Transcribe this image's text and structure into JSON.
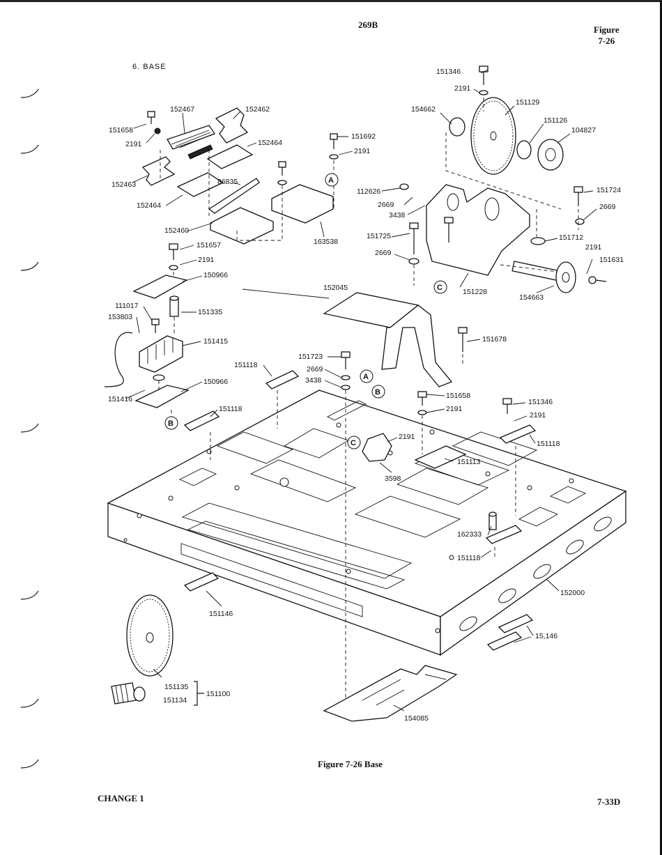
{
  "header": {
    "doc_code": "269B",
    "figure_ref": "Figure\n7-26",
    "section": "6.  BASE"
  },
  "callouts": {
    "c152467": "152467",
    "c152462": "152462",
    "c151658a": "151658",
    "c2191a": "2191",
    "c152464a": "152464",
    "c152463": "152463",
    "c86835": "86835",
    "c152464b": "152464",
    "c152460": "152460",
    "c151692": "151692",
    "c2191b": "2191",
    "c163538": "163538",
    "c151346a": "151346",
    "c2191c": "2191",
    "c154662": "154662",
    "c151129": "151129",
    "c151126": "151126",
    "c104827": "104827",
    "c112626": "112626",
    "c2669a": "2669",
    "c3438a": "3438",
    "c151724": "151724",
    "c2669b": "2669",
    "c151725": "151725",
    "c2669c": "2669",
    "c151712": "151712",
    "c2191d": "2191",
    "c151631": "151631",
    "c151228": "151228",
    "c154663": "154663",
    "c151657": "151657",
    "c2191e": "2191",
    "c150966a": "150966",
    "c111017": "111017",
    "c153803": "153803",
    "c151335": "151335",
    "c151415": "151415",
    "c151416": "151416",
    "c150966b": "150966",
    "c152045": "152045",
    "c151678": "151678",
    "c151723": "151723",
    "c2669d": "2669",
    "c3438b": "3438",
    "c151118a": "151118",
    "c151118b": "151118",
    "c151658b": "151658",
    "c2191f": "2191",
    "c151346b": "151346",
    "c2191g": "2191",
    "c151118c": "151118",
    "c2191h": "2191",
    "c151113": "151113",
    "c3598": "3598",
    "c162333": "162333",
    "c151118d": "151118",
    "c152000": "152000",
    "c151146a": "151146",
    "c15146b": "15,146",
    "c151135": "151135",
    "c151134": "151134",
    "c151100": "151100",
    "c154085": "154085"
  },
  "markers": {
    "A": "A",
    "B": "B",
    "C": "C"
  },
  "caption": "Figure 7-26   Base",
  "footer": {
    "change": "CHANGE 1",
    "page": "7-33D"
  }
}
